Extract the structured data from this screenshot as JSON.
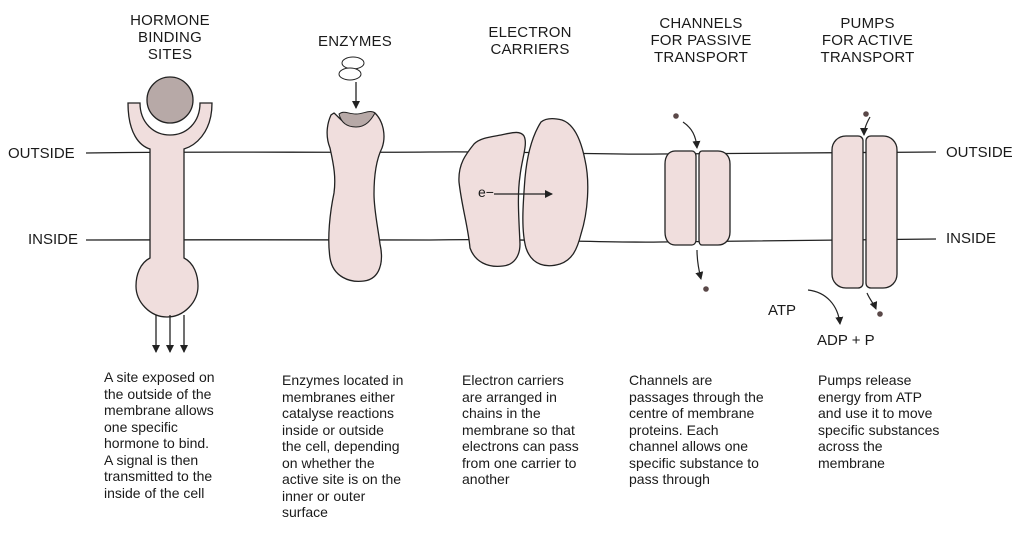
{
  "titles": {
    "hormone": "HORMONE\nBINDING\nSITES",
    "enzymes": "ENZYMES",
    "electron": "ELECTRON\nCARRIERS",
    "channels": "CHANNELS\nFOR PASSIVE\nTRANSPORT",
    "pumps": "PUMPS\nFOR ACTIVE\nTRANSPORT"
  },
  "sides": {
    "outside_left": "OUTSIDE",
    "inside_left": "INSIDE",
    "outside_right": "OUTSIDE",
    "inside_right": "INSIDE"
  },
  "labels": {
    "electron": "e−",
    "atp": "ATP",
    "adp": "ADP + P"
  },
  "descriptions": {
    "hormone": "A site exposed on\nthe outside of the\nmembrane allows\none specific\nhormone to bind.\nA signal is then\ntransmitted to the\ninside of the cell",
    "enzymes": "Enzymes located in\nmembranes either\ncatalyse reactions\ninside or outside\nthe cell, depending\non whether the\nactive site is on the\ninner or outer\nsurface",
    "electron": "Electron carriers\nare arranged in\nchains in the\nmembrane so that\nelectrons can pass\nfrom one carrier to\nanother",
    "channels": "Channels are\npassages through the\ncentre of membrane\nproteins. Each\nchannel allows one\nspecific substance to\npass through",
    "pumps": "Pumps release\nenergy from ATP\nand use it to move\nspecific substances\nacross the\nmembrane"
  },
  "colors": {
    "protein_fill": "#f0dedd",
    "hormone_fill": "#b7a9a7",
    "dot": "#5a4848",
    "line": "#222222"
  }
}
